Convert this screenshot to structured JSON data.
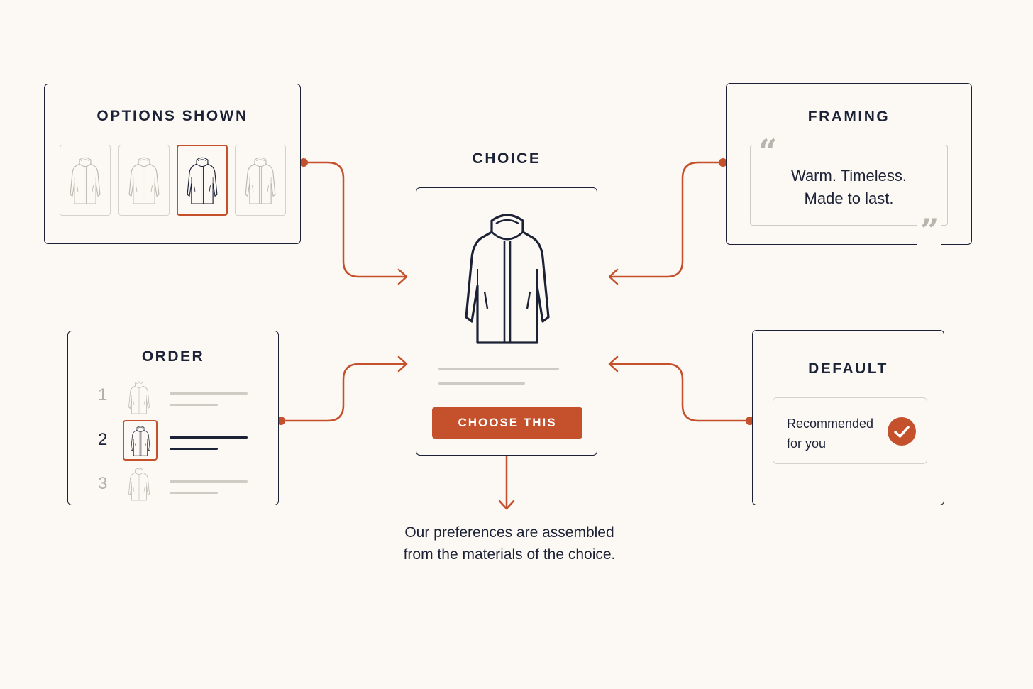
{
  "options_panel": {
    "title": "OPTIONS SHOWN",
    "items": [
      {
        "icon": "coat-icon",
        "selected": false
      },
      {
        "icon": "coat-icon",
        "selected": false
      },
      {
        "icon": "coat-icon",
        "selected": true
      },
      {
        "icon": "coat-icon",
        "selected": false
      }
    ]
  },
  "order_panel": {
    "title": "ORDER",
    "rows": [
      {
        "number": "1",
        "active": false
      },
      {
        "number": "2",
        "active": true
      },
      {
        "number": "3",
        "active": false
      }
    ]
  },
  "choice_panel": {
    "title": "CHOICE",
    "icon": "coat-icon",
    "button_label": "CHOOSE THIS"
  },
  "framing_panel": {
    "title": "FRAMING",
    "quote_open": "“",
    "quote_close": "”",
    "quote_line1": "Warm. Timeless.",
    "quote_line2": "Made to last."
  },
  "default_panel": {
    "title": "DEFAULT",
    "text_line1": "Recommended",
    "text_line2": "for you",
    "icon": "checkmark-icon"
  },
  "caption": {
    "line1": "Our preferences are assembled",
    "line2": "from the materials of the choice."
  },
  "colors": {
    "accent": "#c4502c",
    "ink": "#1c2236",
    "muted": "#b9b5ad",
    "background": "#fcf8f3"
  }
}
